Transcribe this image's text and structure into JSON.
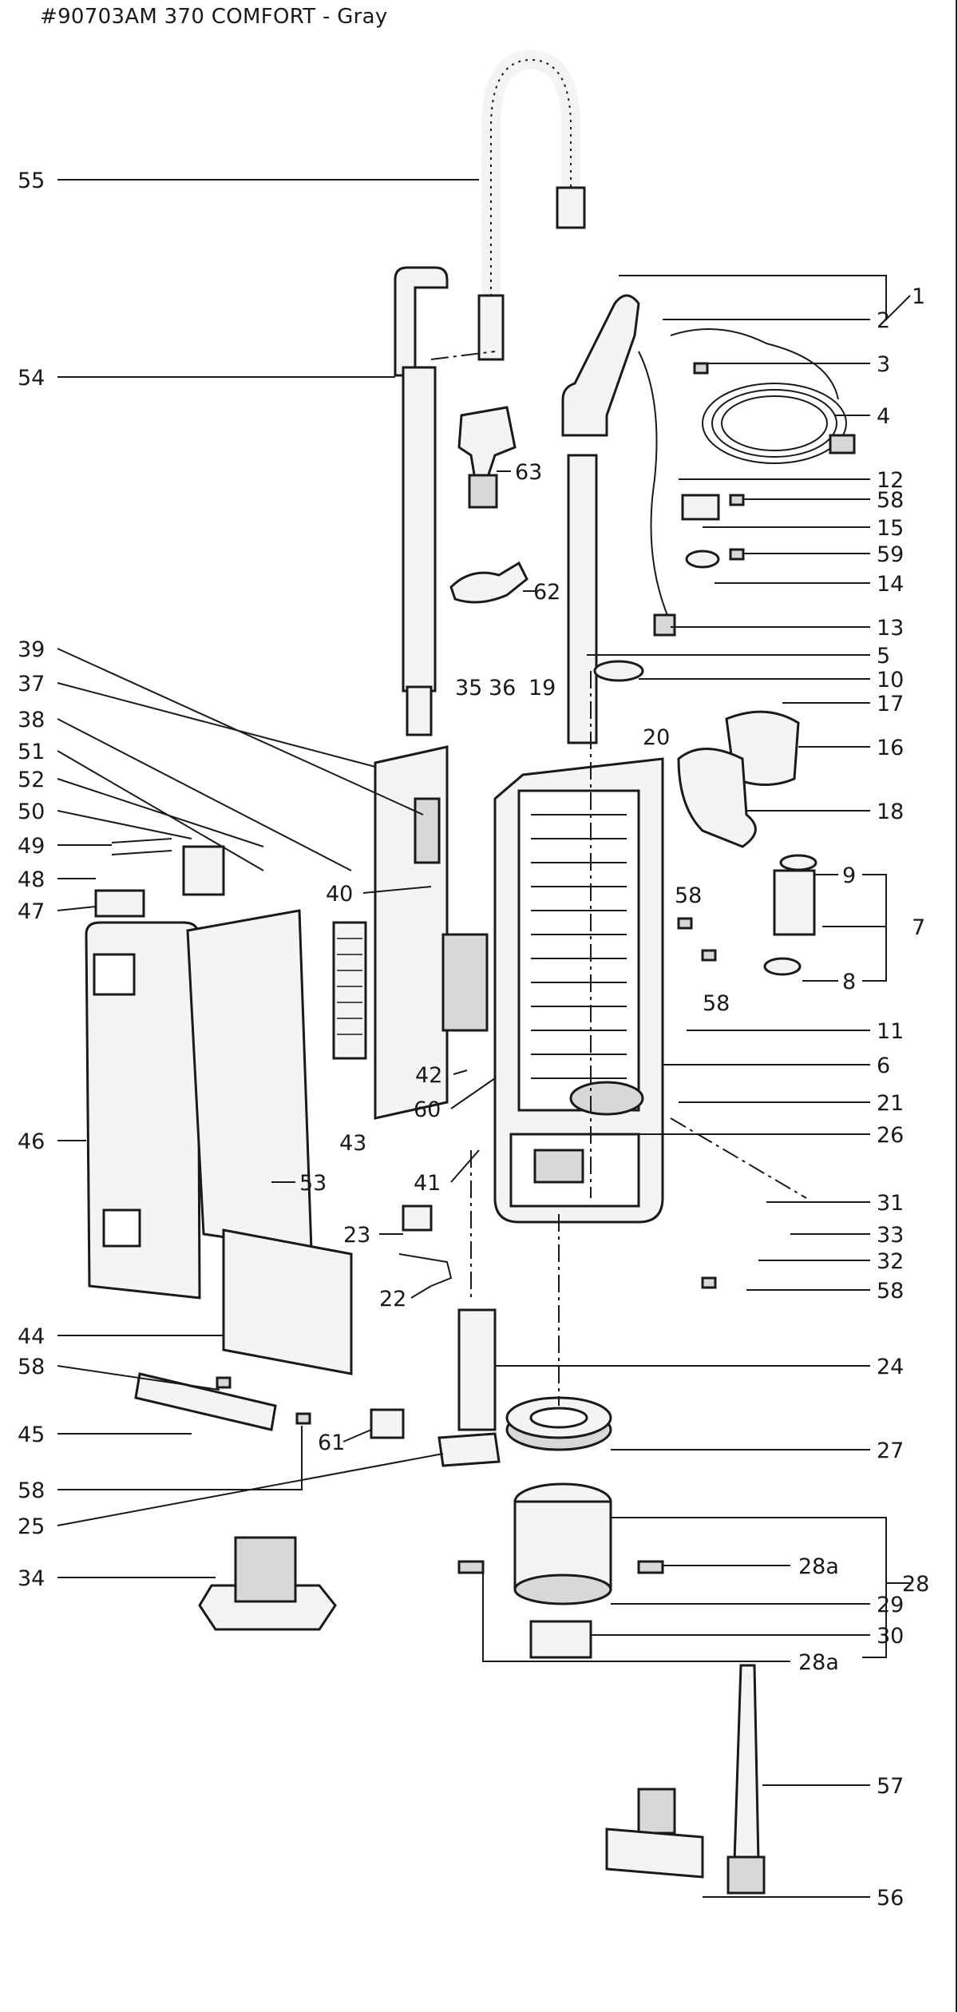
{
  "title": "#90703AM  370 COMFORT - Gray",
  "callouts_left": [
    "55",
    "54",
    "39",
    "37",
    "38",
    "51",
    "52",
    "50",
    "49",
    "48",
    "47",
    "46",
    "44",
    "58",
    "45",
    "58",
    "25",
    "34"
  ],
  "callouts_right": [
    "1",
    "2",
    "3",
    "4",
    "12",
    "58",
    "15",
    "59",
    "14",
    "13",
    "5",
    "10",
    "17",
    "16",
    "18",
    "9",
    "7",
    "8",
    "11",
    "6",
    "21",
    "26",
    "31",
    "33",
    "32",
    "58",
    "24",
    "27",
    "28",
    "28a",
    "29",
    "30",
    "28a",
    "57",
    "56"
  ],
  "callouts_inner": [
    "63",
    "62",
    "35",
    "36",
    "19",
    "20",
    "58",
    "58",
    "40",
    "42",
    "60",
    "43",
    "41",
    "53",
    "23",
    "22",
    "61"
  ],
  "colors": {
    "line": "#1a1a1a",
    "fill_light": "#f4f4f4",
    "fill_dark": "#d8d8d8",
    "background": "#ffffff"
  }
}
